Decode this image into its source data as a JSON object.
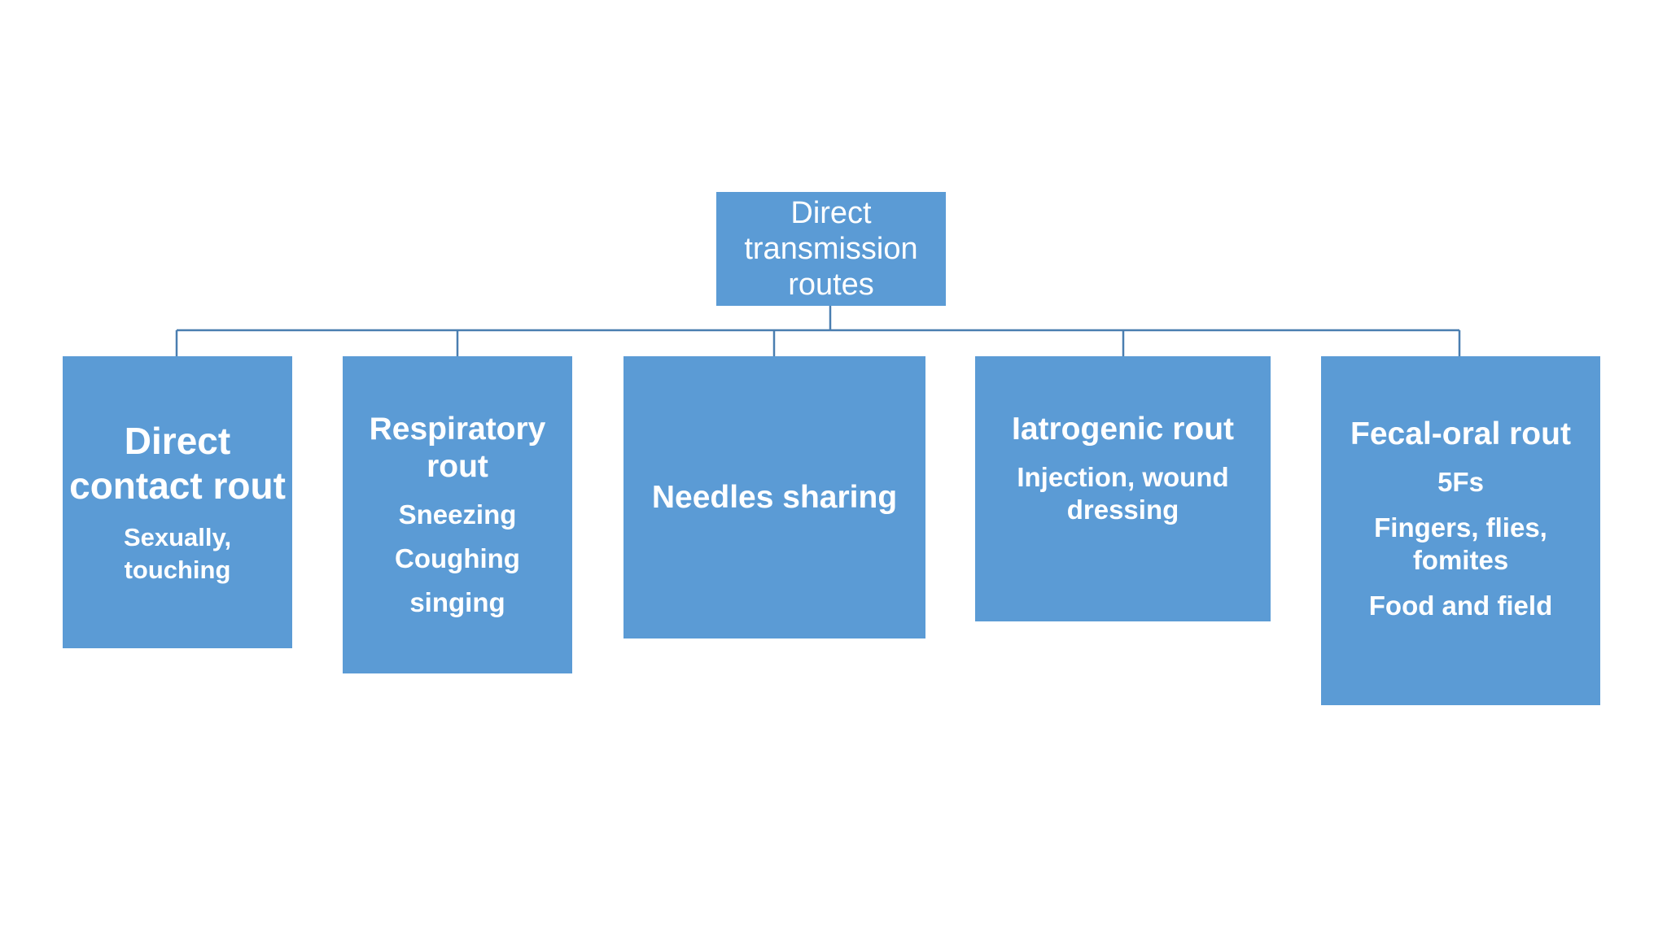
{
  "diagram": {
    "root": {
      "label": "Direct transmission routes"
    },
    "children": [
      {
        "title": "Direct contact rout",
        "details": [
          "Sexually, touching"
        ]
      },
      {
        "title": "Respiratory rout",
        "details": [
          "Sneezing",
          "Coughing",
          "singing"
        ]
      },
      {
        "title": "Needles sharing",
        "details": []
      },
      {
        "title": "Iatrogenic rout",
        "details": [
          "Injection, wound dressing"
        ]
      },
      {
        "title": "Fecal-oral rout",
        "details": [
          "5Fs",
          "Fingers, flies, fomites",
          "Food and field"
        ]
      }
    ],
    "colors": {
      "box_fill": "#5b9bd5",
      "connector": "#4a7eb0",
      "text": "#ffffff"
    }
  }
}
